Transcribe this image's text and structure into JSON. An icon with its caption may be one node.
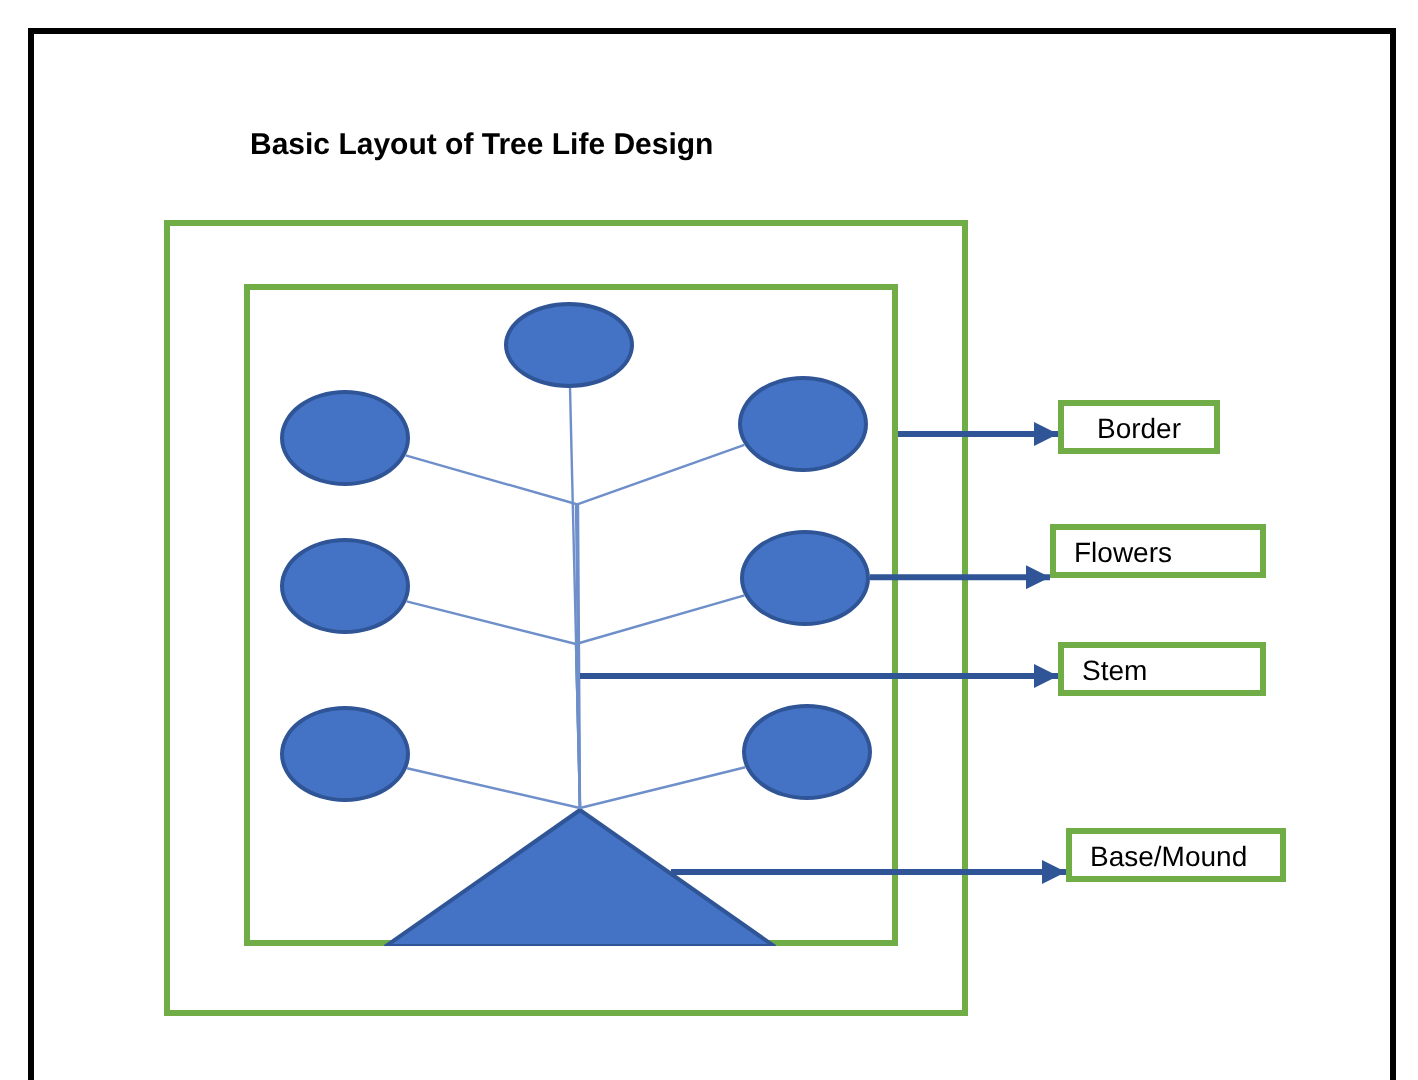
{
  "diagram": {
    "title": "Basic Layout of Tree Life Design",
    "nodes": [
      {
        "text": [],
        "shape": "box"
      },
      {
        "text": [],
        "shape": "box",
        "in": 0
      },
      {
        "text": [],
        "shape": "circle",
        "in": 1
      },
      {
        "text": [],
        "shape": "circle",
        "in": 1
      },
      {
        "text": [],
        "shape": "circle",
        "in": 1
      },
      {
        "text": [],
        "shape": "circle",
        "in": 1
      },
      {
        "text": [],
        "shape": "circle",
        "in": 1
      },
      {
        "text": [],
        "shape": "circle",
        "in": 1
      },
      {
        "text": [],
        "shape": "circle",
        "in": 1
      },
      {
        "text": [],
        "shape": "triangle",
        "in": 1
      },
      {
        "text": [
          "Border"
        ]
      },
      {
        "text": [
          "Flowers"
        ]
      },
      {
        "text": [
          "Stem"
        ]
      },
      {
        "text": [
          "Base/Mound"
        ]
      }
    ],
    "edges": [
      {
        "from": 2,
        "to": 9,
        "arrow": "none"
      },
      {
        "from": 3,
        "to": 9,
        "arrow": "none"
      },
      {
        "from": 4,
        "to": 9,
        "arrow": "none"
      },
      {
        "from": 5,
        "to": 9,
        "arrow": "none"
      },
      {
        "from": 6,
        "to": 9,
        "arrow": "none"
      },
      {
        "from": 7,
        "to": 9,
        "arrow": "none"
      },
      {
        "from": 8,
        "to": 9,
        "arrow": "none"
      },
      {
        "from": 1,
        "to": 10,
        "arrow": "to",
        "style": "thick",
        "color": "#2f5597"
      },
      {
        "from": 6,
        "to": 11,
        "arrow": "to",
        "style": "thick",
        "color": "#2f5597"
      },
      {
        "from": null,
        "to": 12,
        "arrow": "to",
        "style": "thick",
        "color": "#2f5597"
      },
      {
        "from": 9,
        "to": 13,
        "arrow": "to",
        "style": "thick",
        "color": "#2f5597"
      }
    ]
  }
}
